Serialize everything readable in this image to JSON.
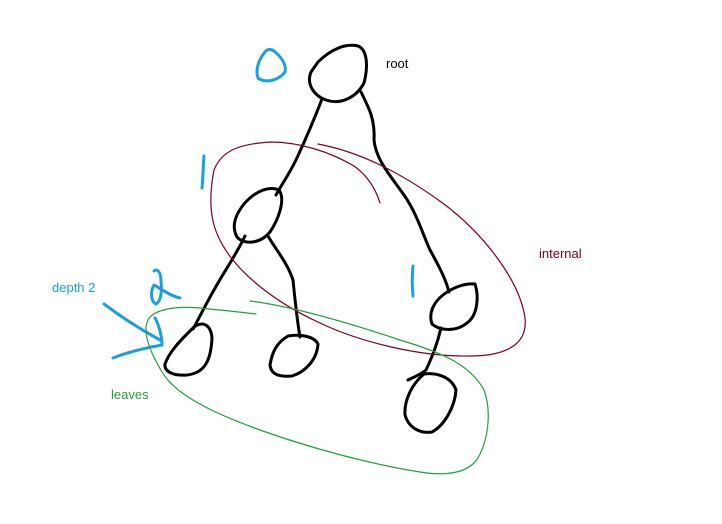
{
  "labels": {
    "root": "root",
    "internal": "internal",
    "depth_2": "depth 2",
    "leaves": "leaves"
  },
  "depth_marks": [
    "0",
    "1",
    "1",
    "2"
  ],
  "colors": {
    "tree": "#000000",
    "depth": "#1aa0e0",
    "internal": "#800020",
    "leaves": "#22a03a",
    "background": "#ffffff"
  }
}
